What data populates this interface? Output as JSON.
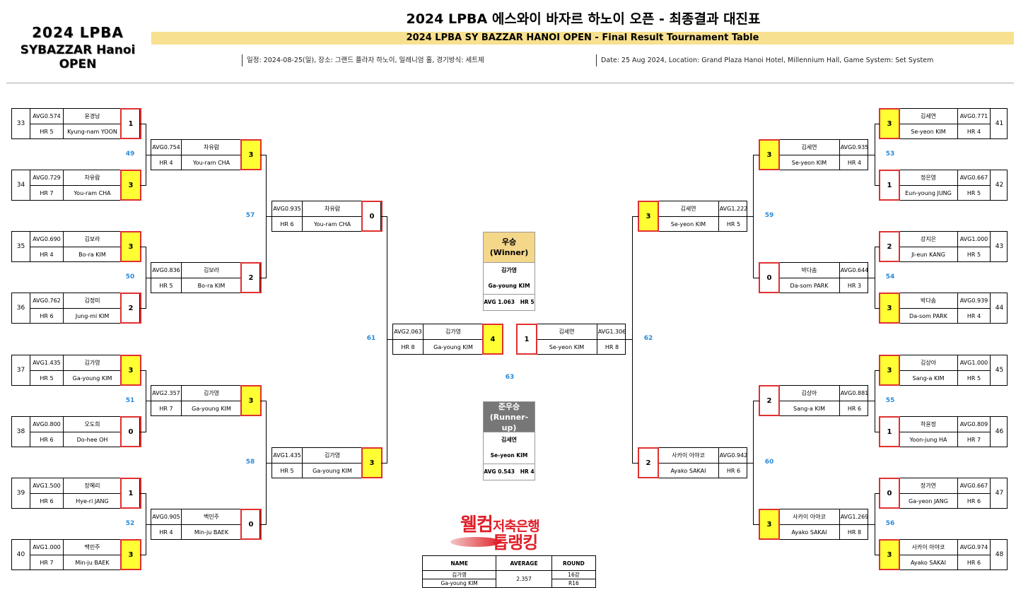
{
  "header": {
    "logo_line1": "2024 LPBA",
    "logo_line2": "SYBAZZAR Hanoi OPEN",
    "title_ko": "2024 LPBA 에스와이 바자르 하노이 오픈  - 최종결과 대진표",
    "title_en": "2024 LPBA SY BAZZAR HANOI OPEN - Final Result Tournament Table",
    "info_ko": "일정: 2024-08-25(일), 장소: 그랜드 플라자 하노이, 밀레니엄 홀, 경기방식: 세트제",
    "info_en": "Date: 25 Aug 2024, Location: Grand Plaza Hanoi Hotel, Millennium Hall, Game System: Set System"
  },
  "r16_left": [
    {
      "seed": "33",
      "avg": "AVG0.574",
      "hr": "HR 5",
      "name_ko": "윤경남",
      "name_en": "Kyung-nam YOON",
      "score": "1",
      "win": false
    },
    {
      "seed": "34",
      "avg": "AVG0.729",
      "hr": "HR 7",
      "name_ko": "차유람",
      "name_en": "You-ram CHA",
      "score": "3",
      "win": true
    },
    {
      "seed": "35",
      "avg": "AVG0.690",
      "hr": "HR 4",
      "name_ko": "김보라",
      "name_en": "Bo-ra KIM",
      "score": "3",
      "win": true
    },
    {
      "seed": "36",
      "avg": "AVG0.762",
      "hr": "HR 6",
      "name_ko": "김정미",
      "name_en": "Jung-mi KIM",
      "score": "2",
      "win": false
    },
    {
      "seed": "37",
      "avg": "AVG1.435",
      "hr": "HR 5",
      "name_ko": "김가영",
      "name_en": "Ga-young KIM",
      "score": "3",
      "win": true
    },
    {
      "seed": "38",
      "avg": "AVG0.800",
      "hr": "HR 6",
      "name_ko": "오도희",
      "name_en": "Do-hee OH",
      "score": "0",
      "win": false
    },
    {
      "seed": "39",
      "avg": "AVG1.500",
      "hr": "HR 6",
      "name_ko": "장혜리",
      "name_en": "Hye-ri JANG",
      "score": "1",
      "win": false
    },
    {
      "seed": "40",
      "avg": "AVG1.000",
      "hr": "HR 7",
      "name_ko": "백민주",
      "name_en": "Min-ju BAEK",
      "score": "3",
      "win": true
    }
  ],
  "r16_right": [
    {
      "seed": "41",
      "avg": "AVG0.771",
      "hr": "HR 4",
      "name_ko": "김세연",
      "name_en": "Se-yeon KIM",
      "score": "3",
      "win": true
    },
    {
      "seed": "42",
      "avg": "AVG0.667",
      "hr": "HR 5",
      "name_ko": "정은영",
      "name_en": "Eun-young JUNG",
      "score": "1",
      "win": false
    },
    {
      "seed": "43",
      "avg": "AVG1.000",
      "hr": "HR 5",
      "name_ko": "강지은",
      "name_en": "Ji-eun KANG",
      "score": "2",
      "win": false
    },
    {
      "seed": "44",
      "avg": "AVG0.939",
      "hr": "HR 4",
      "name_ko": "박다솜",
      "name_en": "Da-som PARK",
      "score": "3",
      "win": true
    },
    {
      "seed": "45",
      "avg": "AVG1.000",
      "hr": "HR 5",
      "name_ko": "김상아",
      "name_en": "Sang-a KIM",
      "score": "3",
      "win": true
    },
    {
      "seed": "46",
      "avg": "AVG0.809",
      "hr": "HR 7",
      "name_ko": "하윤정",
      "name_en": "Yoon-jung HA",
      "score": "1",
      "win": false
    },
    {
      "seed": "47",
      "avg": "AVG0.667",
      "hr": "HR 6",
      "name_ko": "장가연",
      "name_en": "Ga-yeon JANG",
      "score": "0",
      "win": false
    },
    {
      "seed": "48",
      "avg": "AVG0.974",
      "hr": "HR 6",
      "name_ko": "사카이 아야코",
      "name_en": "Ayako SAKAI",
      "score": "3",
      "win": true
    }
  ],
  "qf_left": [
    {
      "avg": "AVG0.754",
      "hr": "HR 4",
      "name_ko": "차유람",
      "name_en": "You-ram CHA",
      "score": "3",
      "win": true
    },
    {
      "avg": "AVG0.836",
      "hr": "HR 5",
      "name_ko": "김보라",
      "name_en": "Bo-ra KIM",
      "score": "2",
      "win": false
    },
    {
      "avg": "AVG2.357",
      "hr": "HR 7",
      "name_ko": "김가영",
      "name_en": "Ga-young KIM",
      "score": "3",
      "win": true
    },
    {
      "avg": "AVG0.905",
      "hr": "HR 4",
      "name_ko": "백민주",
      "name_en": "Min-ju BAEK",
      "score": "0",
      "win": false
    }
  ],
  "qf_right": [
    {
      "avg": "AVG0.935",
      "hr": "HR 4",
      "name_ko": "김세연",
      "name_en": "Se-yeon KIM",
      "score": "3",
      "win": true
    },
    {
      "avg": "AVG0.644",
      "hr": "HR 3",
      "name_ko": "박다솜",
      "name_en": "Da-som PARK",
      "score": "0",
      "win": false
    },
    {
      "avg": "AVG0.881",
      "hr": "HR 6",
      "name_ko": "김상아",
      "name_en": "Sang-a KIM",
      "score": "2",
      "win": false
    },
    {
      "avg": "AVG1.269",
      "hr": "HR 8",
      "name_ko": "사카이 아야코",
      "name_en": "Ayako SAKAI",
      "score": "3",
      "win": true
    }
  ],
  "sf_left": [
    {
      "avg": "AVG0.935",
      "hr": "HR 6",
      "name_ko": "차유람",
      "name_en": "You-ram CHA",
      "score": "0",
      "win": false
    },
    {
      "avg": "AVG1.435",
      "hr": "HR 5",
      "name_ko": "김가영",
      "name_en": "Ga-young KIM",
      "score": "3",
      "win": true
    }
  ],
  "sf_right": [
    {
      "avg": "AVG1.222",
      "hr": "HR 5",
      "name_ko": "김세연",
      "name_en": "Se-yeon KIM",
      "score": "3",
      "win": true
    },
    {
      "avg": "AVG0.942",
      "hr": "HR 6",
      "name_ko": "사카이 아야코",
      "name_en": "Ayako SAKAI",
      "score": "2",
      "win": false
    }
  ],
  "final_left": {
    "avg": "AVG2.063",
    "hr": "HR 8",
    "name_ko": "김가영",
    "name_en": "Ga-young KIM",
    "score": "4",
    "win": true
  },
  "final_right": {
    "avg": "AVG1.306",
    "hr": "HR 8",
    "name_ko": "김세연",
    "name_en": "Se-yeon KIM",
    "score": "1",
    "win": false
  },
  "round_numbers": {
    "m49": "49",
    "m50": "50",
    "m51": "51",
    "m52": "52",
    "m53": "53",
    "m54": "54",
    "m55": "55",
    "m56": "56",
    "m57": "57",
    "m58": "58",
    "m59": "59",
    "m60": "60",
    "m61": "61",
    "m62": "62",
    "m63": "63"
  },
  "winner": {
    "label_ko": "우승",
    "label_en": "(Winner)",
    "name_ko": "김가영",
    "name_en": "Ga-young KIM",
    "avg": "AVG 1.063",
    "hr": "HR 5",
    "color": "#f5d78a"
  },
  "runner_up": {
    "label_ko": "준우승",
    "label_en": "(Runner-up)",
    "name_ko": "김세연",
    "name_en": "Se-yeon KIM",
    "avg": "AVG 0.543",
    "hr": "HR 4",
    "color": "#777777"
  },
  "sponsor": {
    "line1_big": "웰컴",
    "line1_small": "저축은행",
    "line2": "톱랭킹"
  },
  "high_run_table": {
    "headers": [
      "NAME",
      "AVERAGE",
      "ROUND"
    ],
    "name_ko": "김가영",
    "name_en": "Ga-young KIM",
    "average": "2.357",
    "round_ko": "16강",
    "round_en": "R16"
  },
  "colors": {
    "win_fill": "#ffff33",
    "score_border": "#e03030",
    "round_number": "#2a8ad8",
    "title_bar": "#f7e08f"
  }
}
